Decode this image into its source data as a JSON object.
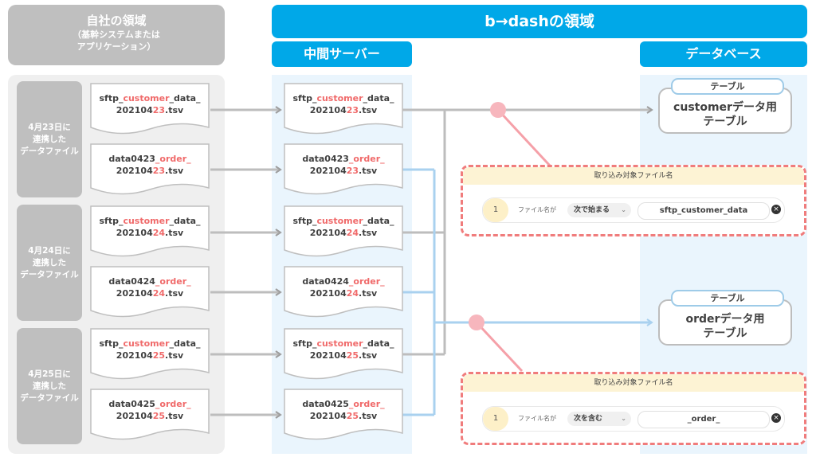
{
  "header": {
    "own_title": "自社の領域",
    "own_subtitle_1": "（基幹システムまたは",
    "own_subtitle_2": "アプリケーション）",
    "bdash_title": "b→dashの領域",
    "middle_server": "中間サーバー",
    "database": "データベース"
  },
  "dates": [
    {
      "line1": "4月23日に",
      "line2": "連携した",
      "line3": "データファイル"
    },
    {
      "line1": "4月24日に",
      "line2": "連携した",
      "line3": "データファイル"
    },
    {
      "line1": "4月25日に",
      "line2": "連携した",
      "line3": "データファイル"
    }
  ],
  "files": [
    {
      "pre": "sftp_",
      "key": "customer",
      "mid": "_data_",
      "date_pre": "202104",
      "day": "23",
      "ext": ".tsv"
    },
    {
      "pre": "data0423",
      "key": "_order_",
      "mid": "",
      "date_pre": "202104",
      "day": "23",
      "ext": ".tsv"
    },
    {
      "pre": "sftp_",
      "key": "customer",
      "mid": "_data_",
      "date_pre": "202104",
      "day": "24",
      "ext": ".tsv"
    },
    {
      "pre": "data0424",
      "key": "_order_",
      "mid": "",
      "date_pre": "202104",
      "day": "24",
      "ext": ".tsv"
    },
    {
      "pre": "sftp_",
      "key": "customer",
      "mid": "_data_",
      "date_pre": "202104",
      "day": "25",
      "ext": ".tsv"
    },
    {
      "pre": "data0425",
      "key": "_order_",
      "mid": "",
      "date_pre": "202104",
      "day": "25",
      "ext": ".tsv"
    }
  ],
  "tables": [
    {
      "tag": "テーブル",
      "line1": "customerデータ用",
      "line2": "テーブル"
    },
    {
      "tag": "テーブル",
      "line1": "orderデータ用",
      "line2": "テーブル"
    }
  ],
  "configs": [
    {
      "title": "取り込み対象ファイル名",
      "num": "1",
      "label": "ファイル名が",
      "op": "次で始まる",
      "value": "sftp_customer_data"
    },
    {
      "title": "取り込み対象ファイル名",
      "num": "1",
      "label": "ファイル名が",
      "op": "次を含む",
      "value": "_order_"
    }
  ],
  "colors": {
    "accent": "#00a8e8",
    "highlight": "#f06a6a",
    "gray": "#bfbfbf",
    "light_blue": "#a9d1ef"
  }
}
